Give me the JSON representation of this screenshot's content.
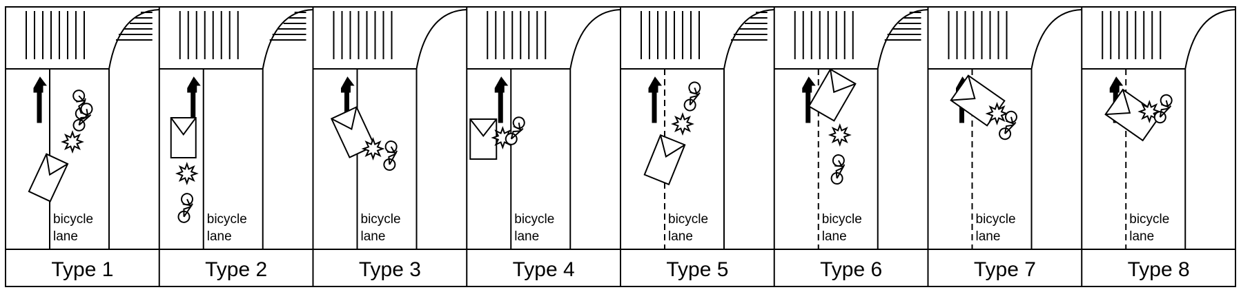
{
  "figure": {
    "lane_label_line1": "bicycle",
    "lane_label_line2": "lane",
    "panels": [
      {
        "label": "Type 1",
        "lane_line": "solid"
      },
      {
        "label": "Type 2",
        "lane_line": "solid"
      },
      {
        "label": "Type 3",
        "lane_line": "solid"
      },
      {
        "label": "Type 4",
        "lane_line": "solid"
      },
      {
        "label": "Type 5",
        "lane_line": "dashed"
      },
      {
        "label": "Type 6",
        "lane_line": "dashed"
      },
      {
        "label": "Type 7",
        "lane_line": "dashed"
      },
      {
        "label": "Type 8",
        "lane_line": "dashed"
      }
    ]
  }
}
